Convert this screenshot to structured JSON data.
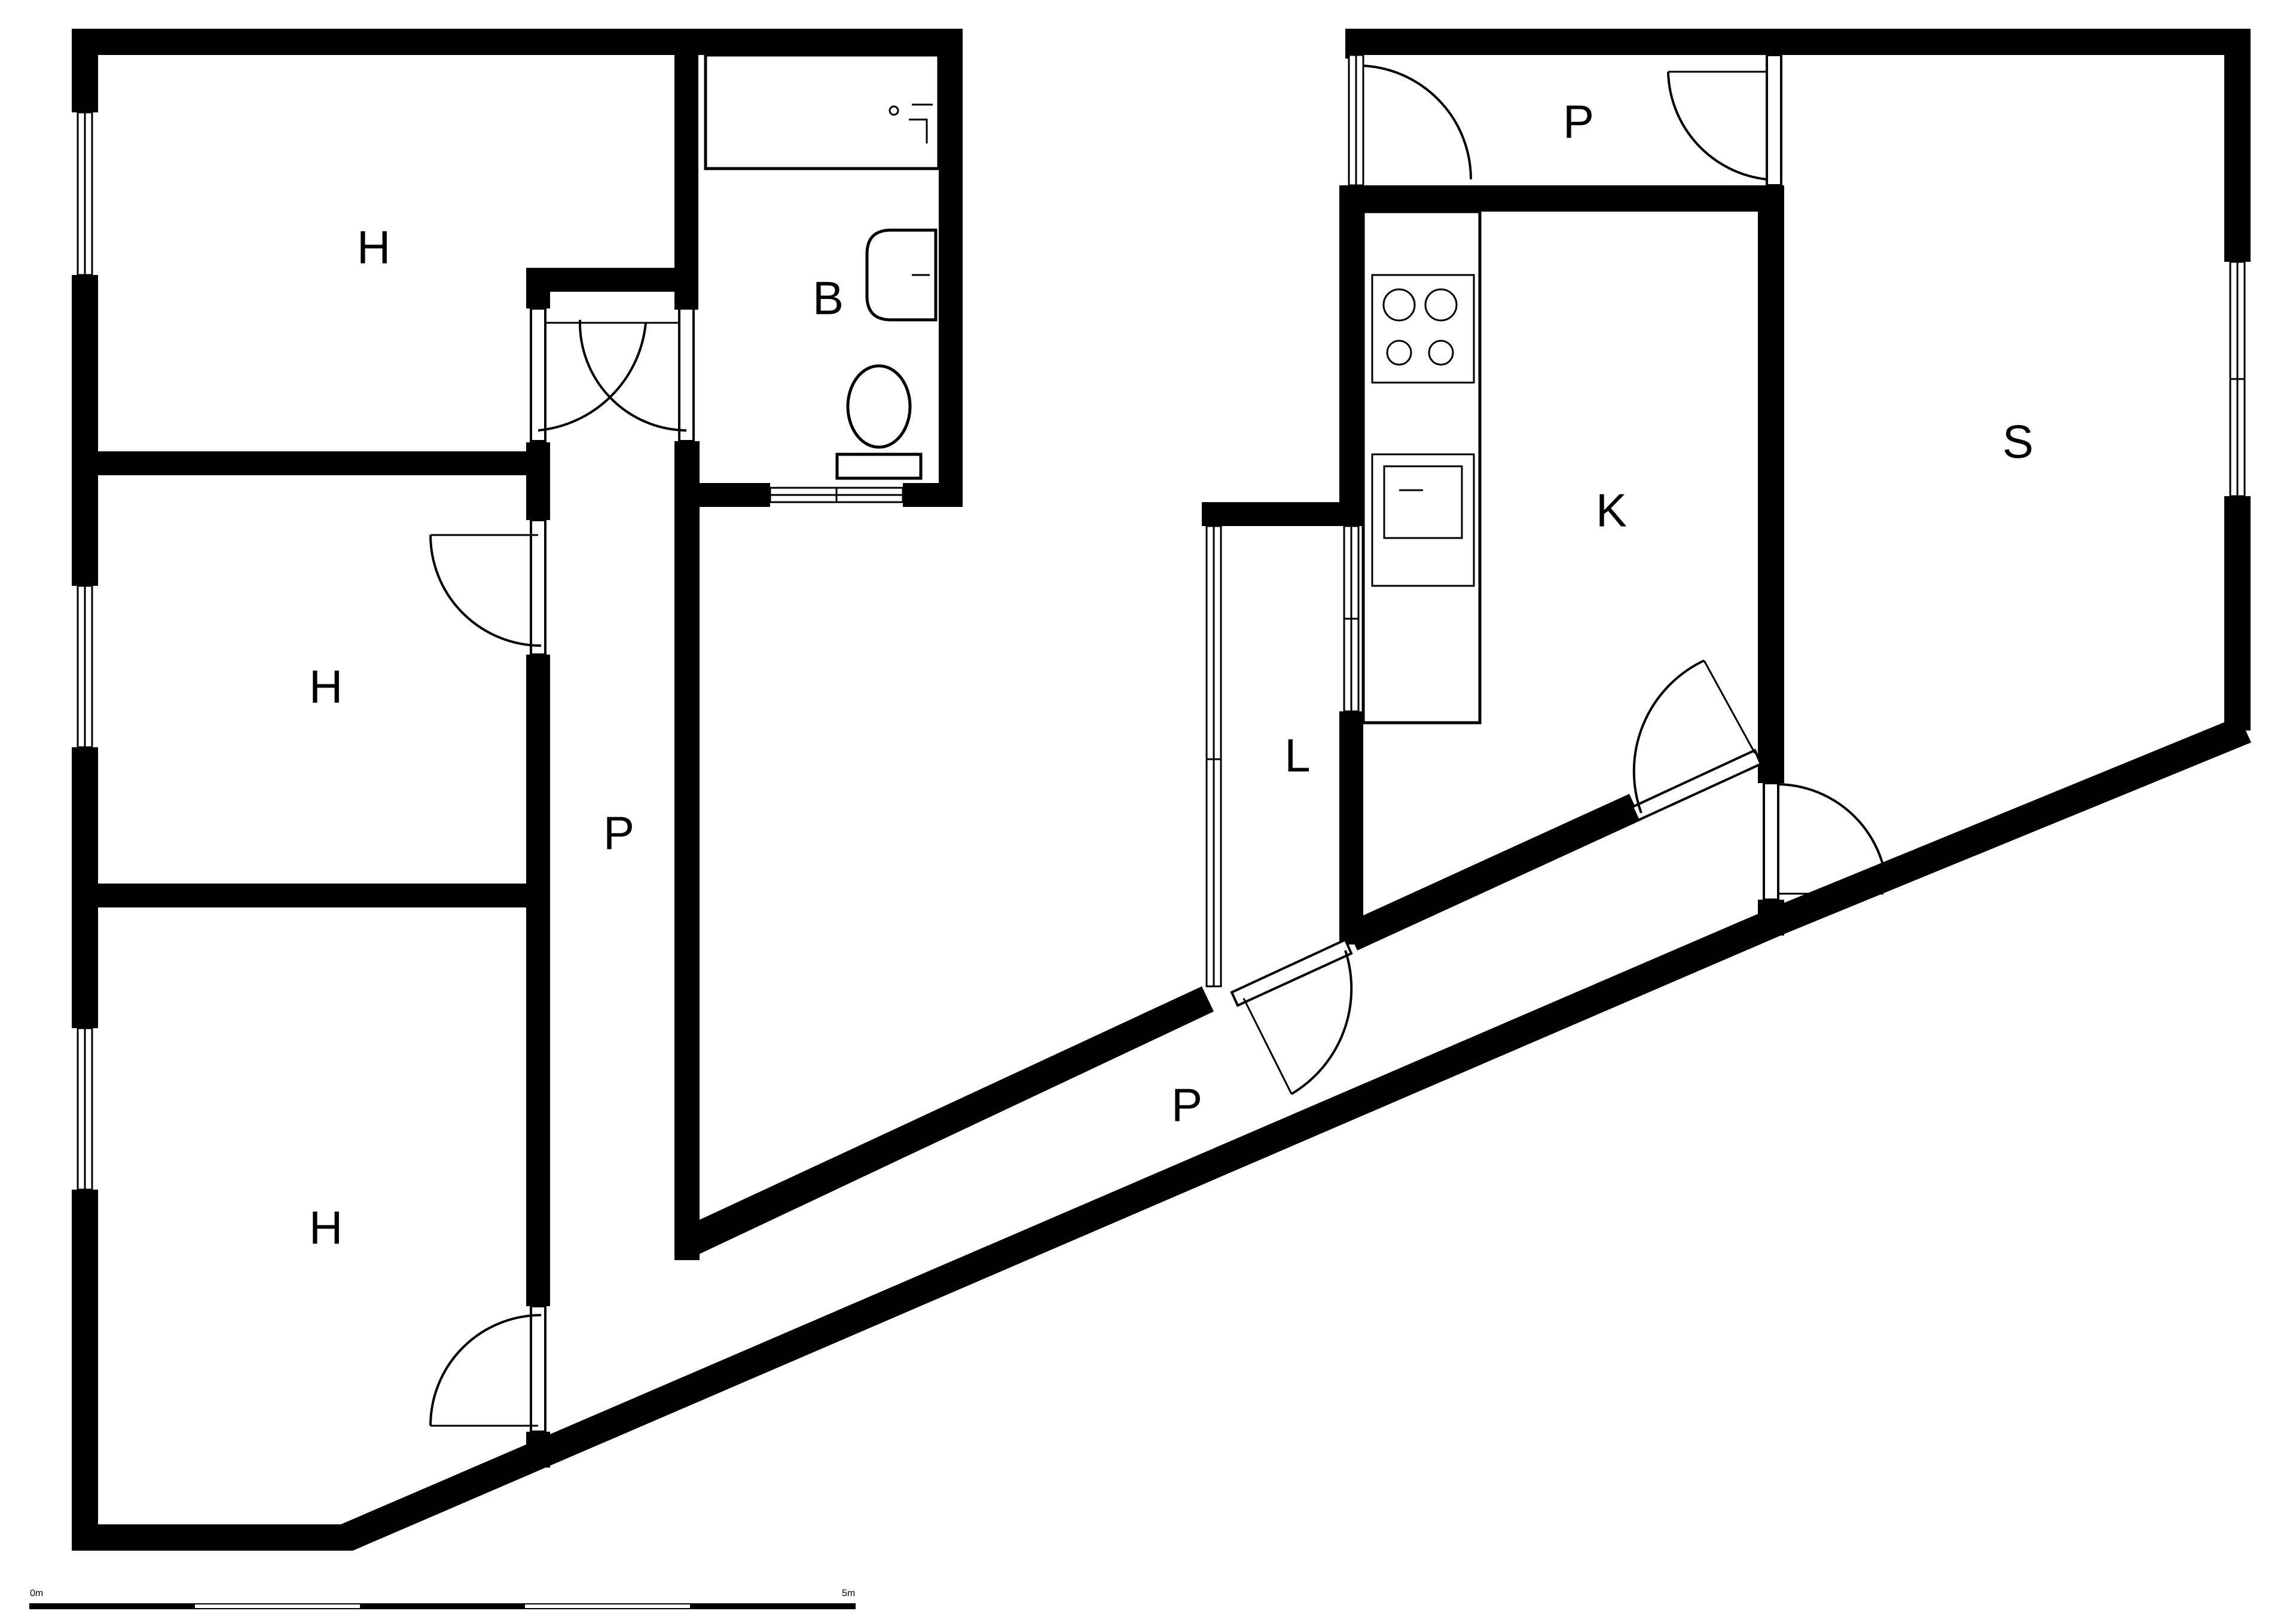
{
  "floor_plan": {
    "rooms": [
      {
        "key": "bedroom_top",
        "label": "H"
      },
      {
        "key": "bedroom_middle",
        "label": "H"
      },
      {
        "key": "bedroom_bottom",
        "label": "H"
      },
      {
        "key": "bathroom",
        "label": "B"
      },
      {
        "key": "hall_left",
        "label": "P"
      },
      {
        "key": "hall_bottom",
        "label": "P"
      },
      {
        "key": "hall_top_right",
        "label": "P"
      },
      {
        "key": "kitchen",
        "label": "K"
      },
      {
        "key": "living",
        "label": "S"
      },
      {
        "key": "laundry",
        "label": "L"
      }
    ],
    "scale_bar": {
      "start_label": "0m",
      "end_label": "5m"
    }
  }
}
